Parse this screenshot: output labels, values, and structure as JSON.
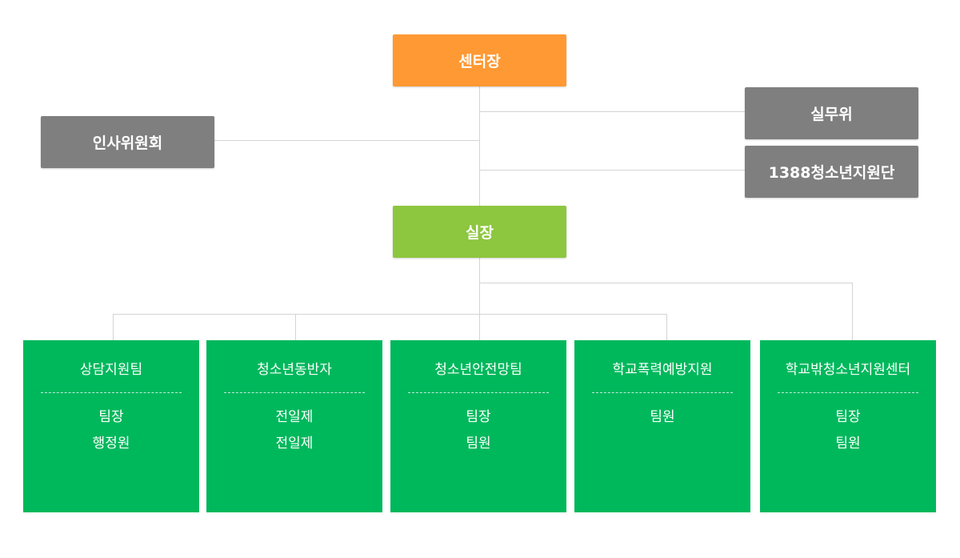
{
  "org": {
    "head": "센터장",
    "committee": "인사위원회",
    "practitioners": "실무위",
    "support_1388": "1388청소년지원단",
    "director": "실장"
  },
  "teams": [
    {
      "title": "상담지원팀",
      "members": [
        "팀장",
        "행정원"
      ]
    },
    {
      "title": "청소년동반자",
      "members": [
        "전일제",
        "전일제"
      ]
    },
    {
      "title": "청소년안전망팀",
      "members": [
        "팀장",
        "팀원"
      ]
    },
    {
      "title": "학교폭력예방지원",
      "members": [
        "팀원"
      ]
    },
    {
      "title": "학교밖청소년지원센터",
      "members": [
        "팀장",
        "팀원"
      ]
    }
  ],
  "colors": {
    "head": "#ff9933",
    "side": "#7f7f7f",
    "director": "#8dc63f",
    "team": "#00b85c",
    "connector": "#d4d4d4"
  }
}
